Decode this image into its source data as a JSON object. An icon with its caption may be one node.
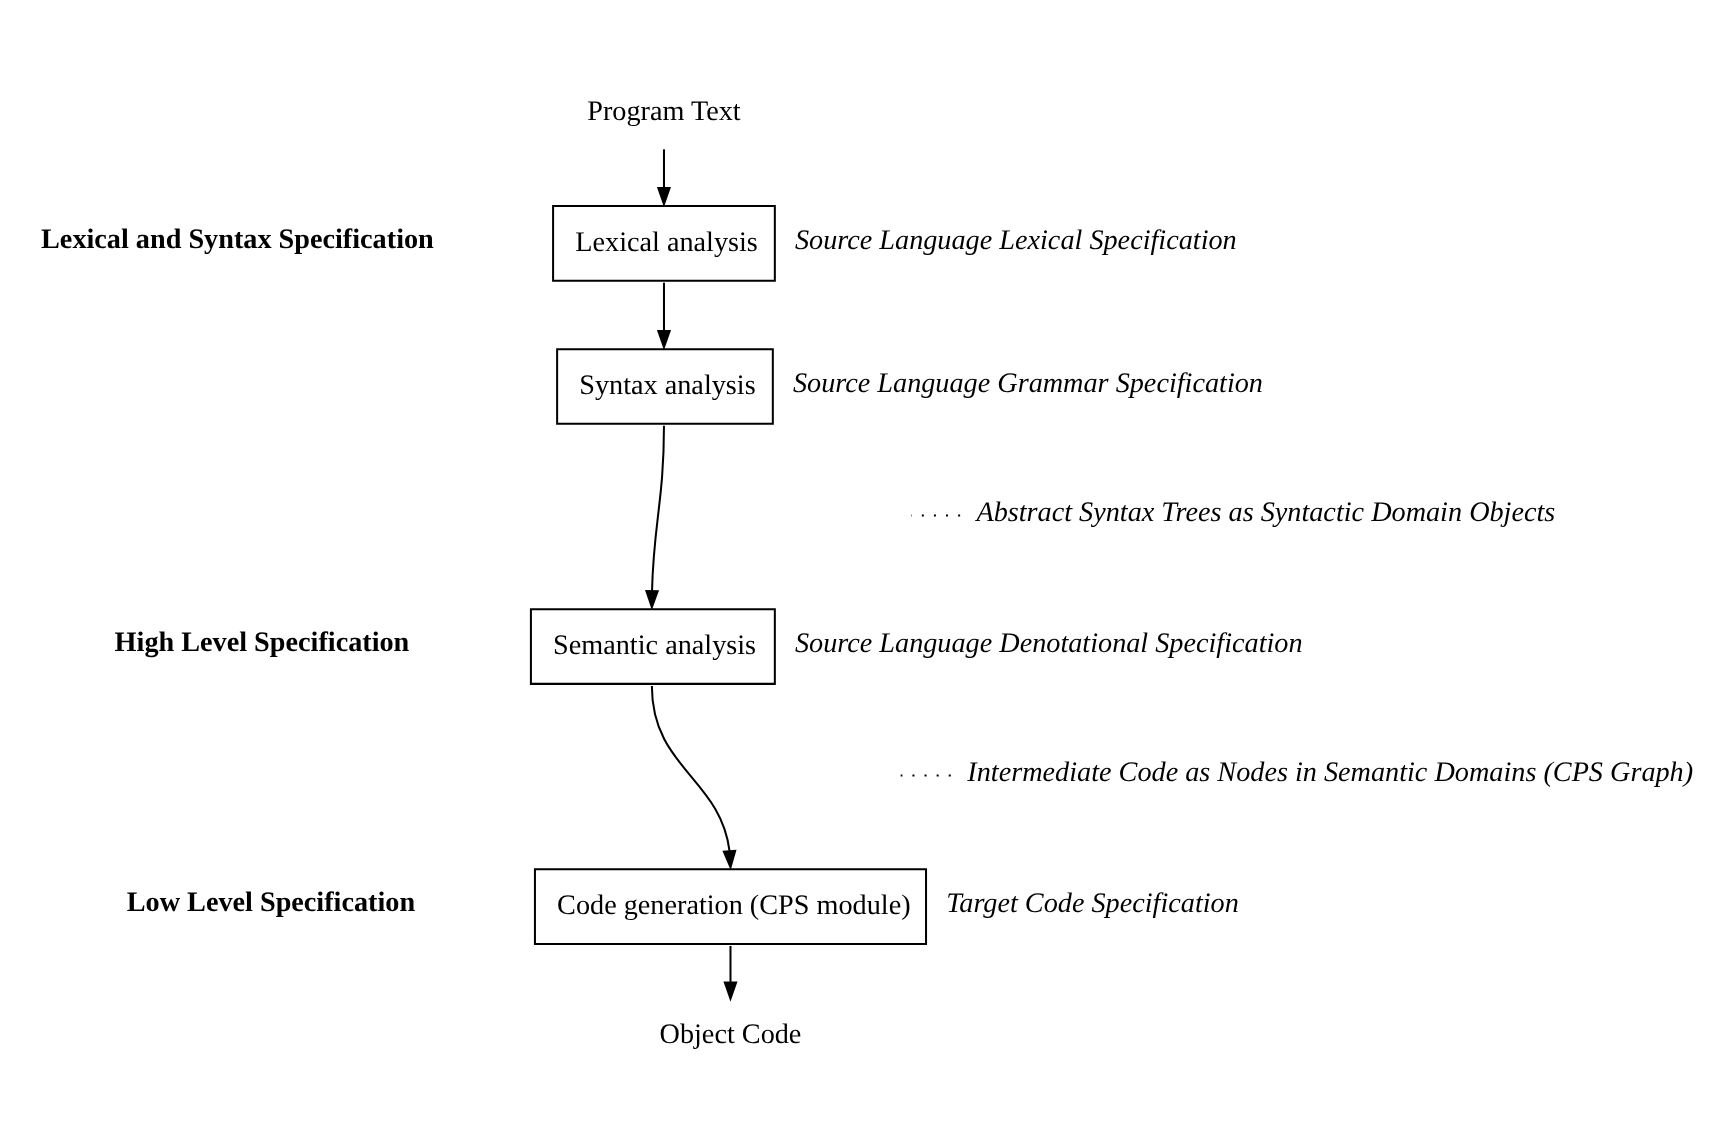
{
  "diagram": {
    "nodes": [
      {
        "text": [
          "Program Text"
        ]
      },
      {
        "text": [
          "Lexical analysis"
        ],
        "beside": [
          "Source Language Lexical Specification"
        ]
      },
      {
        "text": [
          "Syntax analysis"
        ],
        "beside": [
          "Source Language Grammar Specification"
        ]
      },
      {
        "text": [
          "Semantic analysis"
        ],
        "beside": [
          "Source Language Denotational Specification"
        ]
      },
      {
        "text": [
          "Code generation (CPS module)"
        ],
        "beside": [
          "Target Code Specification"
        ]
      },
      {
        "text": [
          "Object Code"
        ]
      },
      {
        "text": [
          "Abstract Syntax Trees as Syntactic Domain Objects"
        ]
      },
      {
        "text": [
          "Intermediate Code as Nodes in Semantic Domains (CPS Graph)"
        ]
      }
    ],
    "edges": [
      {
        "from": 0,
        "to": 1,
        "arrow": "to"
      },
      {
        "from": 1,
        "to": 2,
        "arrow": "to"
      },
      {
        "from": 2,
        "to": 3,
        "arrow": "to"
      },
      {
        "from": 3,
        "to": 4,
        "arrow": "to"
      },
      {
        "from": 4,
        "to": 5,
        "arrow": "to"
      },
      {
        "from": 6,
        "to": null,
        "arrow": "none",
        "style": "dashed"
      },
      {
        "from": 7,
        "to": null,
        "arrow": "none",
        "style": "dashed"
      }
    ],
    "labels": [
      "Lexical and Syntax Specification",
      "High Level Specification",
      "Low Level Specification"
    ]
  }
}
